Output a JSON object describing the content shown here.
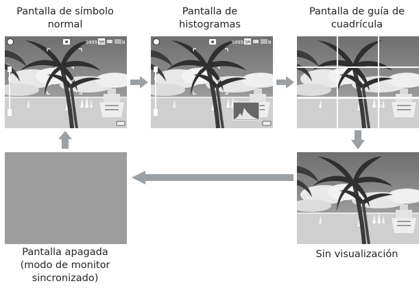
{
  "panels": {
    "normal": {
      "caption_line1": "Pantalla de símbolo",
      "caption_line2": "normal",
      "remaining": "9999",
      "size_mark": "5M",
      "quality": "N"
    },
    "histogram": {
      "caption_line1": "Pantalla de",
      "caption_line2": "histogramas",
      "remaining": "9999",
      "size_mark": "5M",
      "quality": "N"
    },
    "grid": {
      "caption_line1": "Pantalla de guía de",
      "caption_line2": "cuadrícula"
    },
    "none": {
      "caption": "Sin visualización"
    },
    "off": {
      "caption_line1": "Pantalla apagada",
      "caption_line2": "(modo de monitor",
      "caption_line3": "sincronizado)"
    }
  },
  "colors": {
    "arrow": "#9aa0a4",
    "panel_off": "#9d9d9d"
  }
}
